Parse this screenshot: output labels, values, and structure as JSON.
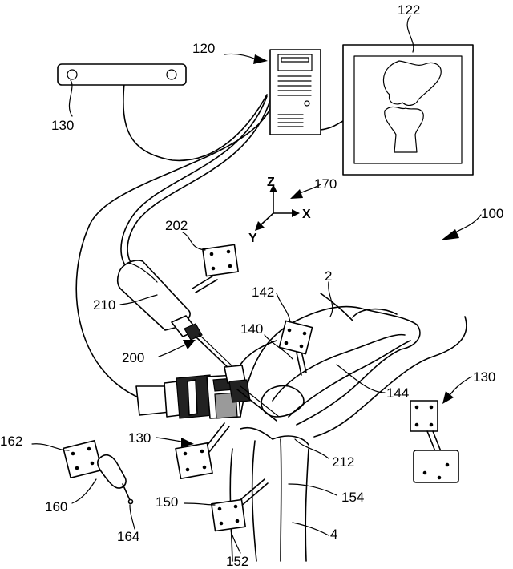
{
  "axes": {
    "z": "Z",
    "x": "X",
    "y": "Y"
  },
  "labels": {
    "n122": "122",
    "n120": "120",
    "n130_top": "130",
    "n170": "170",
    "n100": "100",
    "n202": "202",
    "n2": "2",
    "n142": "142",
    "n210": "210",
    "n140": "140",
    "n200": "200",
    "n144": "144",
    "n130_right": "130",
    "n162": "162",
    "n130_mid": "130",
    "n212": "212",
    "n160": "160",
    "n150": "150",
    "n154": "154",
    "n164": "164",
    "n4": "4",
    "n152": "152"
  }
}
